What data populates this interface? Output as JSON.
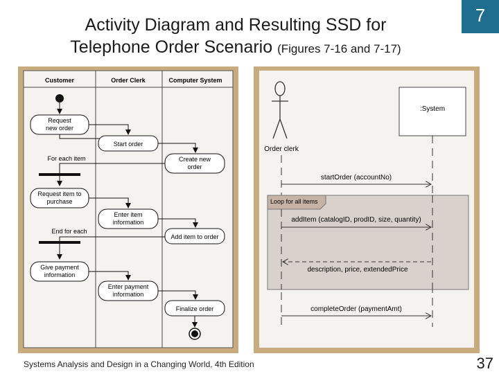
{
  "slide": {
    "title_line1": "Activity Diagram and Resulting SSD for",
    "title_line2": "Telephone Order Scenario",
    "title_suffix": "(Figures 7-16 and 7-17)",
    "chapter": "7",
    "footer": "Systems Analysis and Design in a Changing World, 4th Edition",
    "page": "37"
  },
  "activity": {
    "lanes": [
      "Customer",
      "Order Clerk",
      "Computer System"
    ],
    "nodes": {
      "request_new_order": [
        "Request",
        "new order"
      ],
      "start_order": [
        "Start order"
      ],
      "create_new_order": [
        "Create new",
        "order"
      ],
      "request_item": [
        "Request item to",
        "purchase"
      ],
      "enter_item_info": [
        "Enter item",
        "information"
      ],
      "add_item": [
        "Add item to order"
      ],
      "give_payment": [
        "Give payment",
        "information"
      ],
      "enter_payment": [
        "Enter payment",
        "information"
      ],
      "finalize": [
        "Finalize order"
      ]
    },
    "labels": {
      "for_each": "For each item",
      "end_for_each": "End for each"
    }
  },
  "ssd": {
    "actor": "Order clerk",
    "system": ":System",
    "loop_label": "Loop for all items",
    "messages": {
      "start_order": "startOrder (accountNo)",
      "add_item": "addItem (catalogID, prodID, size, quantity)",
      "return_values": "description, price, extendedPrice",
      "complete_order": "completeOrder (paymentAmt)"
    }
  }
}
